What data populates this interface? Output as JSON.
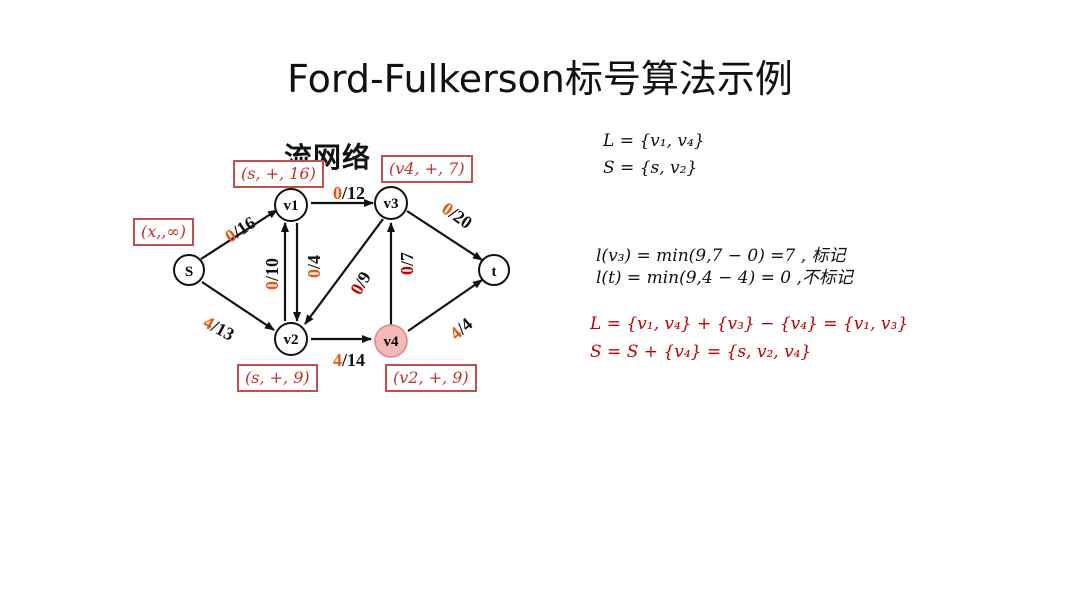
{
  "title": "Ford-Fulkerson标号算法示例",
  "subtitle": "流网络",
  "nodes": {
    "s": "S",
    "v1": "v1",
    "v2": "v2",
    "v3": "v3",
    "v4": "v4",
    "t": "t"
  },
  "labels": {
    "s": "(x,,∞)",
    "v1": "(s, +, 16)",
    "v2": "(s, +, 9)",
    "v3": "(v4, +, 7)",
    "v4": "(v2, +, 9)"
  },
  "edges": {
    "s_v1": {
      "flow": "0",
      "cap": "/16"
    },
    "s_v2": {
      "flow": "4",
      "cap": "/13"
    },
    "v1_v3": {
      "flow": "0",
      "cap": "/12"
    },
    "v2_v1": {
      "flow": "0",
      "cap": "/10"
    },
    "v1_v2": {
      "flow": "0",
      "cap": "/4"
    },
    "v3_v2": {
      "flow": "0",
      "cap": "/9"
    },
    "v4_v3": {
      "flow": "0",
      "cap": "/7"
    },
    "v3_t": {
      "flow": "0",
      "cap": "/20"
    },
    "v2_v4": {
      "flow": "4",
      "cap": "/14"
    },
    "v4_t": {
      "flow": "4",
      "cap": "/4"
    }
  },
  "formulas": {
    "L": "L = {v₁, v₄}",
    "S": "S = {s, v₂}",
    "l_v3": "l(v₃) = min(9,7 − 0) =7 , 标记",
    "l_t": "l(t) = min(9,4 − 4) = 0 ,不标记",
    "L_new": "L = {v₁, v₄} + {v₃} − {v₄} = {v₁, v₃}",
    "S_new": "S = S + {v₄} = {s, v₂, v₄}"
  },
  "colors": {
    "flow": "#e8560f",
    "label_border": "#c0504d",
    "label_text": "#c0312b",
    "highlight_node": "#f4b8b8",
    "red_text": "#c00000"
  }
}
